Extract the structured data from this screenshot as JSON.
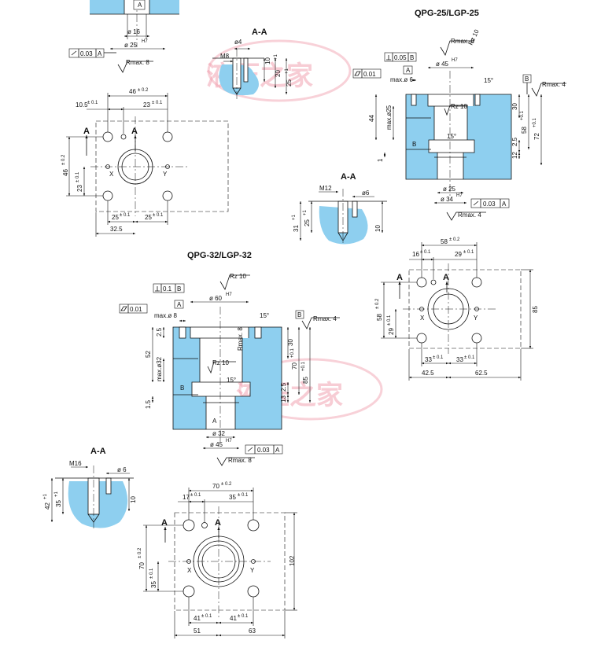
{
  "colors": {
    "fill": "#8ecfef",
    "line": "#111111",
    "watermark": "#f1a3b1"
  },
  "watermark": "液压之家",
  "top_partial": {
    "section_mark": "A",
    "dia16": "ø 16",
    "dia25": "ø 25",
    "dia25_tol": "H7",
    "runout_tol": "0.03",
    "runout_datum": "A",
    "rough": "Rmax. 8"
  },
  "aa25": {
    "title": "A-A",
    "dia4": "ø4",
    "m8": "M8",
    "d10": "10",
    "d20": "20",
    "d20_tol": "+1",
    "d25": "25",
    "d25_tol": "+1"
  },
  "plan25": {
    "d46": "46",
    "d46_tol": "± 0.2",
    "d10_5": "10.5",
    "d10_5_tol": "± 0.1",
    "d23": "23",
    "d23_tol": "± 0.1",
    "v46": "46",
    "v46_tol": "± 0.2",
    "v23": "23",
    "v23_tol": "± 0.1",
    "b25a": "25",
    "b25a_tol": "± 0.1",
    "b25b": "25",
    "b25b_tol": "± 0.1",
    "d32_5": "32.5",
    "mark": "A",
    "port_x": "X",
    "port_y": "Y"
  },
  "sec25": {
    "title": "QPG-25/LGP-25",
    "perp_tol": "0.05",
    "perp_datum": "B",
    "datum_a": "A",
    "flat_tol": "0.01",
    "rmax8": "Rmax. 8",
    "rz10a": "Rz 10",
    "dia45": "ø 45",
    "dia45_tol": "H7",
    "angle15": "15°",
    "maxd6": "max.ø 6",
    "datum_b": "B",
    "rmax4": "Rmax. 4",
    "d30": "30",
    "d44": "44",
    "maxd25": "max.ø25",
    "rz10b": "Rz 10",
    "d58": "58",
    "d58_tol": "+0.1",
    "d72": "72",
    "d72_tol": "+0.1",
    "angle15b": "15°",
    "d2_5": "2.5",
    "d12": "12",
    "d1": "1",
    "port_b": "B",
    "dia25": "ø 25",
    "dia34": "ø 34",
    "dia34_tol": "H7",
    "runout_tol": "0.03",
    "runout_datum": "A",
    "rmax4b": "Rmax. 4"
  },
  "aa25b": {
    "title": "A-A",
    "m12": "M12",
    "dia6": "ø6",
    "d31": "31",
    "d31_tol": "+1",
    "d25": "25",
    "d25_tol": "+1",
    "d10": "10"
  },
  "sec32": {
    "title": "QPG-32/LGP-32",
    "rz10": "Rz 10",
    "perp_tol": "0.1",
    "perp_datum": "B",
    "datum_a": "A",
    "dia60": "ø 60",
    "dia60_tol": "H7",
    "flat_tol": "0.01",
    "angle15": "15°",
    "maxd8": "max.ø 8",
    "datum_b": "B",
    "rmax4": "Rmax. 4",
    "d2_5": "2.5",
    "rmax8v": "Rmax. 8",
    "d30": "30",
    "d52": "52",
    "rz10b": "Rz 10",
    "d70": "70",
    "d70_tol": "+0.1",
    "d85": "85",
    "d85_tol": "+0.1",
    "maxd32": "max.ø32",
    "angle15b": "15°",
    "port_b": "B",
    "d2_5b": "2.5",
    "d13": "13",
    "d1_5": "1.5",
    "port_a": "A",
    "dia32": "ø 32",
    "dia45": "ø 45",
    "dia45_tol": "H7",
    "runout_tol": "0.03",
    "runout_datum": "A",
    "rmax8": "Rmax. 8"
  },
  "plan25b": {
    "d58": "58",
    "d58_tol": "± 0.2",
    "d16": "16",
    "d16_tol": "± 0.1",
    "d29": "29",
    "d29_tol": "± 0.1",
    "v58": "58",
    "v58_tol": "± 0.2",
    "v29": "29",
    "v29_tol": "± 0.1",
    "d85": "85",
    "b33a": "33",
    "b33a_tol": "± 0.1",
    "b33b": "33",
    "b33b_tol": "± 0.1",
    "d42_5": "42.5",
    "d62_5": "62.5",
    "mark": "A",
    "port_x": "X",
    "port_y": "Y"
  },
  "aa32": {
    "title": "A-A",
    "m16": "M16",
    "dia6": "ø 6",
    "d42": "42",
    "d42_tol": "+1",
    "d35": "35",
    "d35_tol": "+1",
    "d10": "10"
  },
  "plan32": {
    "d70": "70",
    "d70_tol": "± 0.2",
    "d17": "17",
    "d17_tol": "± 0.1",
    "d35": "35",
    "d35_tol": "± 0.1",
    "v70": "70",
    "v70_tol": "± 0.2",
    "v35": "35",
    "v35_tol": "± 0.1",
    "d102": "102",
    "b41a": "41",
    "b41a_tol": "± 0.1",
    "b41b": "41",
    "b41b_tol": "± 0.1",
    "d51": "51",
    "d63": "63",
    "mark": "A",
    "port_x": "X",
    "port_y": "Y"
  }
}
